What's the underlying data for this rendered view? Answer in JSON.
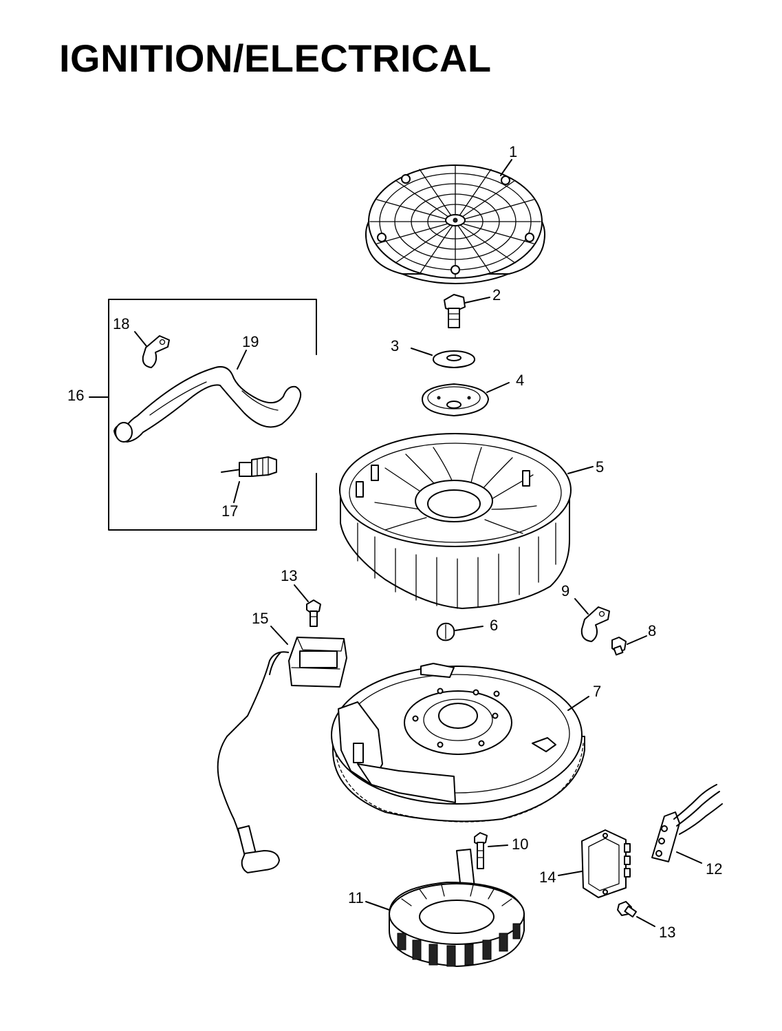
{
  "title": "IGNITION/ELECTRICAL",
  "callouts": {
    "c1": "1",
    "c2": "2",
    "c3": "3",
    "c4": "4",
    "c5": "5",
    "c6": "6",
    "c7": "7",
    "c8": "8",
    "c9": "9",
    "c10": "10",
    "c11": "11",
    "c12": "12",
    "c13a": "13",
    "c13b": "13",
    "c14": "14",
    "c15": "15",
    "c16": "16",
    "c17": "17",
    "c18": "18",
    "c19": "19"
  },
  "parts": [
    {
      "id": "1",
      "name": "grass-screen"
    },
    {
      "id": "2",
      "name": "flywheel-bolt"
    },
    {
      "id": "3",
      "name": "washer"
    },
    {
      "id": "4",
      "name": "fan-retainer"
    },
    {
      "id": "5",
      "name": "cooling-fan"
    },
    {
      "id": "6",
      "name": "key"
    },
    {
      "id": "7",
      "name": "flywheel"
    },
    {
      "id": "8",
      "name": "screw"
    },
    {
      "id": "9",
      "name": "clip"
    },
    {
      "id": "10",
      "name": "screw"
    },
    {
      "id": "11",
      "name": "stator"
    },
    {
      "id": "12",
      "name": "connector"
    },
    {
      "id": "13",
      "name": "screw"
    },
    {
      "id": "14",
      "name": "rectifier-regulator"
    },
    {
      "id": "15",
      "name": "ignition-module"
    },
    {
      "id": "16",
      "name": "kit"
    },
    {
      "id": "17",
      "name": "spark-plug"
    },
    {
      "id": "18",
      "name": "clip"
    },
    {
      "id": "19",
      "name": "breather-hose"
    }
  ]
}
